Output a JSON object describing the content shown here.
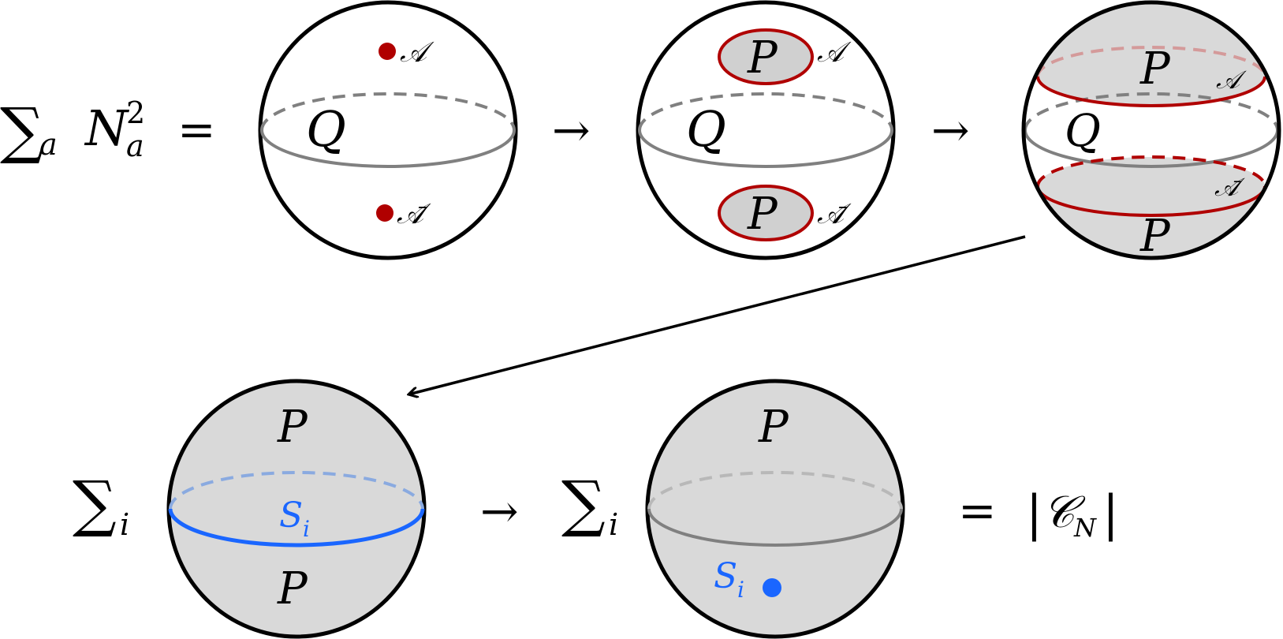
{
  "colors": {
    "outline": "#000000",
    "equator": "#808080",
    "shade": "#d9d9d9",
    "red": "#b00000",
    "blue": "#1a66ff"
  },
  "row1": {
    "lhs": {
      "sum": "∑",
      "sum_index": "a",
      "var": "N",
      "var_sub": "a",
      "var_sup": "2",
      "equals": "="
    },
    "arrow1": "→",
    "arrow2": "→",
    "sphere1": {
      "region": "Q",
      "point_top_label": "𝒜",
      "point_bottom_label": "𝒜̄"
    },
    "sphere2": {
      "region": "Q",
      "patch_top_label": "P",
      "patch_bottom_label": "P",
      "boundary_top_label": "𝒜",
      "boundary_bottom_label": "𝒜̄"
    },
    "sphere3": {
      "region": "Q",
      "cap_top_label": "P",
      "cap_bottom_label": "P",
      "boundary_top_label": "𝒜",
      "boundary_bottom_label": "𝒜̄"
    }
  },
  "row2": {
    "sum1": {
      "sum": "∑",
      "sum_index": "i"
    },
    "arrow": "→",
    "sum2": {
      "sum": "∑",
      "sum_index": "i"
    },
    "sphere4": {
      "top_label": "P",
      "bottom_label": "P",
      "equator_label": "S",
      "equator_label_sub": "i"
    },
    "sphere5": {
      "top_label": "P",
      "point_label": "S",
      "point_label_sub": "i"
    },
    "rhs": {
      "equals": "=",
      "bar_left": "|",
      "symbol": "𝒞",
      "symbol_sub": "N",
      "bar_right": "|"
    }
  }
}
